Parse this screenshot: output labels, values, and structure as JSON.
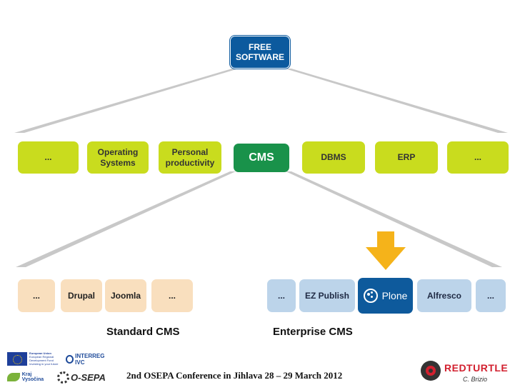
{
  "top": {
    "line1": "FREE",
    "line2": "SOFTWARE"
  },
  "categories": [
    {
      "l1": "...",
      "l2": ""
    },
    {
      "l1": "Operating",
      "l2": "Systems"
    },
    {
      "l1": "Personal",
      "l2": "productivity"
    },
    {
      "l1": "CMS",
      "l2": ""
    },
    {
      "l1": "DBMS",
      "l2": ""
    },
    {
      "l1": "ERP",
      "l2": ""
    },
    {
      "l1": "...",
      "l2": ""
    }
  ],
  "standard": [
    "...",
    "Drupal",
    "Joomla",
    "..."
  ],
  "enterprise": [
    "...",
    "EZ Publish",
    "Plone",
    "Alfresco",
    "..."
  ],
  "captions": {
    "standard": "Standard CMS",
    "enterprise": "Enterprise CMS"
  },
  "footer": "2nd OSEPA Conference in Jihlava 28 – 29 March 2012",
  "logos": {
    "eu_lines": [
      "European Union",
      "European Regional",
      "Development Fund",
      "Investing in your future"
    ],
    "interreg": "INTERREG IVC",
    "kraj": "Kraj Vysočina",
    "osepa": "O-SEPA",
    "redturtle": "REDTURTLE",
    "author": "C. Brizio"
  },
  "colors": {
    "free_software": "#0c5a9e",
    "category": "#c9dc1e",
    "cms": "#19924a",
    "standard_cms": "#f9dfbe",
    "enterprise_cms": "#bcd4ea",
    "plone": "#0e5a9c",
    "arrow": "#f5b31a"
  }
}
